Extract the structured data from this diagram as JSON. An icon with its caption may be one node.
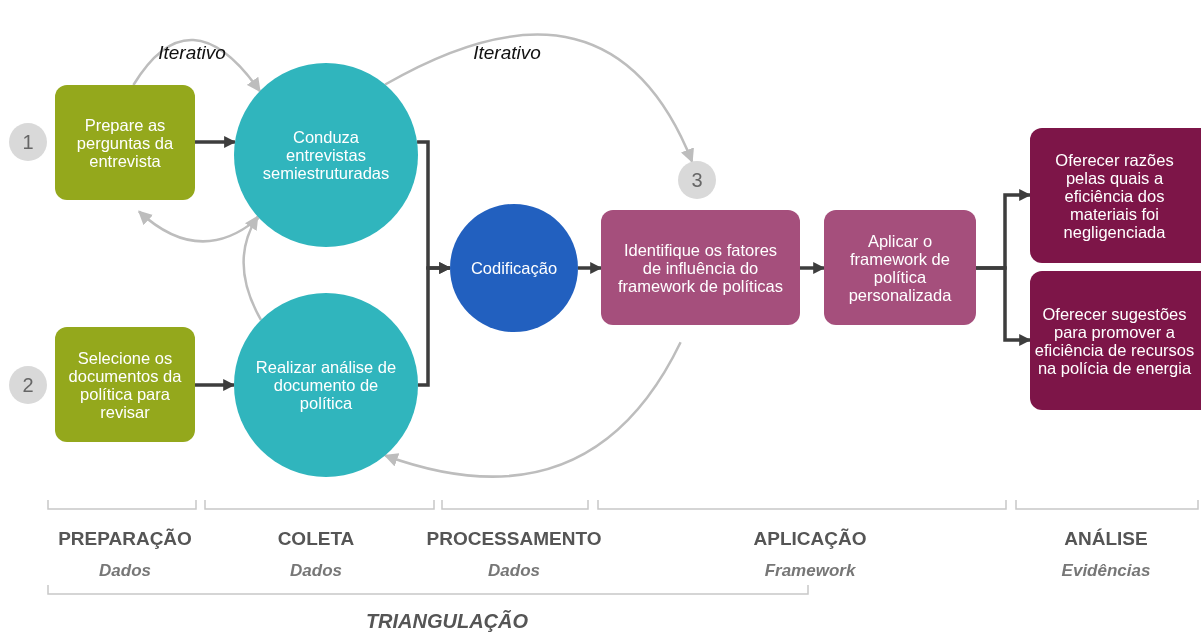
{
  "diagram": {
    "nodes": [
      {
        "text": [
          "1"
        ]
      },
      {
        "text": [
          "Prepare as perguntas da entrevista"
        ]
      },
      {
        "text": [
          "Conduza entrevistas semiestruturadas"
        ]
      },
      {
        "text": [
          "2"
        ]
      },
      {
        "text": [
          "Selecione os documentos da política para revisar"
        ]
      },
      {
        "text": [
          "Realizar análise de documento de política"
        ]
      },
      {
        "text": [
          "Codificação"
        ]
      },
      {
        "text": [
          "3"
        ]
      },
      {
        "text": [
          "Identifique os fatores de influência do framework de políticas"
        ]
      },
      {
        "text": [
          "Aplicar o framework de política personalizada"
        ]
      },
      {
        "text": [
          "Oferecer razões pelas quais a eficiência dos materiais foi negligenciada"
        ]
      },
      {
        "text": [
          "Oferecer sugestões para promover a eficiência de recursos na polícia de energia"
        ]
      }
    ],
    "edges": [
      {
        "from": 1,
        "to": 2,
        "arrow": "to"
      },
      {
        "from": 4,
        "to": 5,
        "arrow": "to"
      },
      {
        "from": 2,
        "to": 6,
        "arrow": "to"
      },
      {
        "from": 5,
        "to": 6,
        "arrow": "to"
      },
      {
        "from": 6,
        "to": 8,
        "arrow": "to"
      },
      {
        "from": 8,
        "to": 9,
        "arrow": "to"
      },
      {
        "from": 9,
        "to": 10,
        "arrow": "to"
      },
      {
        "from": 9,
        "to": 11,
        "arrow": "to"
      },
      {
        "from": 1,
        "to": 2,
        "arrow": "to",
        "label": "Iterativo",
        "color": "#bdbdbd"
      },
      {
        "from": 2,
        "to": 1,
        "arrow": "to",
        "color": "#bdbdbd"
      },
      {
        "from": 5,
        "to": 2,
        "arrow": "to",
        "color": "#bdbdbd"
      },
      {
        "from": 2,
        "to": 7,
        "arrow": "to",
        "label": "Iterativo",
        "color": "#bdbdbd"
      },
      {
        "from": 8,
        "to": 5,
        "arrow": "to",
        "color": "#bdbdbd"
      }
    ],
    "labels": [
      "PREPARAÇÃO",
      "COLETA",
      "PROCESSAMENTO",
      "APLICAÇÃO",
      "ANÁLISE",
      "Dados",
      "Dados",
      "Dados",
      "Framework",
      "Evidências",
      "TRIANGULAÇÃO"
    ]
  }
}
